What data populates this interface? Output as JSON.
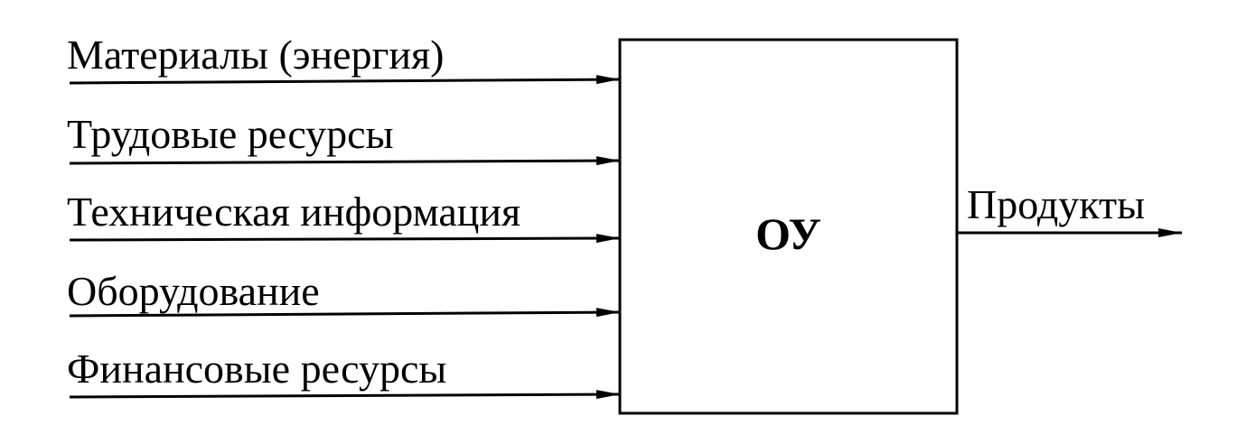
{
  "diagram": {
    "inputs": [
      "Материалы (энергия)",
      "Трудовые ресурсы",
      "Техническая информация",
      "Оборудование",
      "Финансовые ресурсы"
    ],
    "block": "ОУ",
    "output": "Продукты"
  }
}
